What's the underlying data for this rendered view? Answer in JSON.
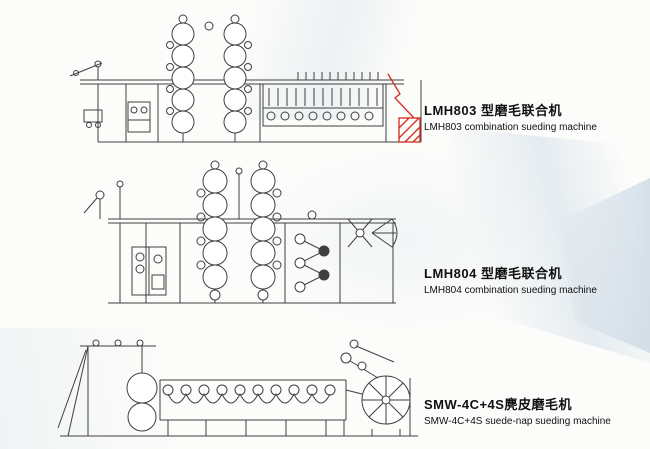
{
  "colors": {
    "line": "#3f3f3f",
    "accent_red": "#d12b1f",
    "label_text": "#101010",
    "wash_blue": "#c8d8e6"
  },
  "machines": [
    {
      "model": "LMH803",
      "title_zh": "LMH803 型磨毛联合机",
      "title_en": "LMH803 combination sueding machine"
    },
    {
      "model": "LMH804",
      "title_zh": "LMH804 型磨毛联合机",
      "title_en": "LMH804 combination sueding machine"
    },
    {
      "model": "SMW-4C+4S",
      "title_zh": "SMW-4C+4S麂皮磨毛机",
      "title_en": "SMW-4C+4S suede-nap sueding machine"
    }
  ]
}
